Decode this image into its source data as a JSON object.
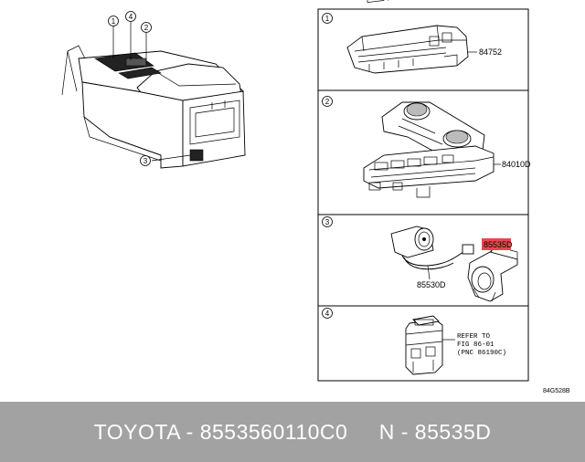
{
  "overview": {
    "callouts": [
      "1",
      "2",
      "3",
      "4"
    ]
  },
  "panels": [
    {
      "number": "1",
      "part_label": "84752"
    },
    {
      "number": "2",
      "part_label": "84010D"
    },
    {
      "number": "3",
      "part_labels": [
        "85535D",
        "85530D"
      ]
    },
    {
      "number": "4",
      "note_lines": [
        "REFER TO",
        "FIG 86-01",
        "(PNC 86190C)"
      ]
    }
  ],
  "illustration_code": "84G528B",
  "highlight_color": "#e8474d",
  "footer": {
    "text": "TOYOTA - 8553560110C0     N - 85535D"
  }
}
